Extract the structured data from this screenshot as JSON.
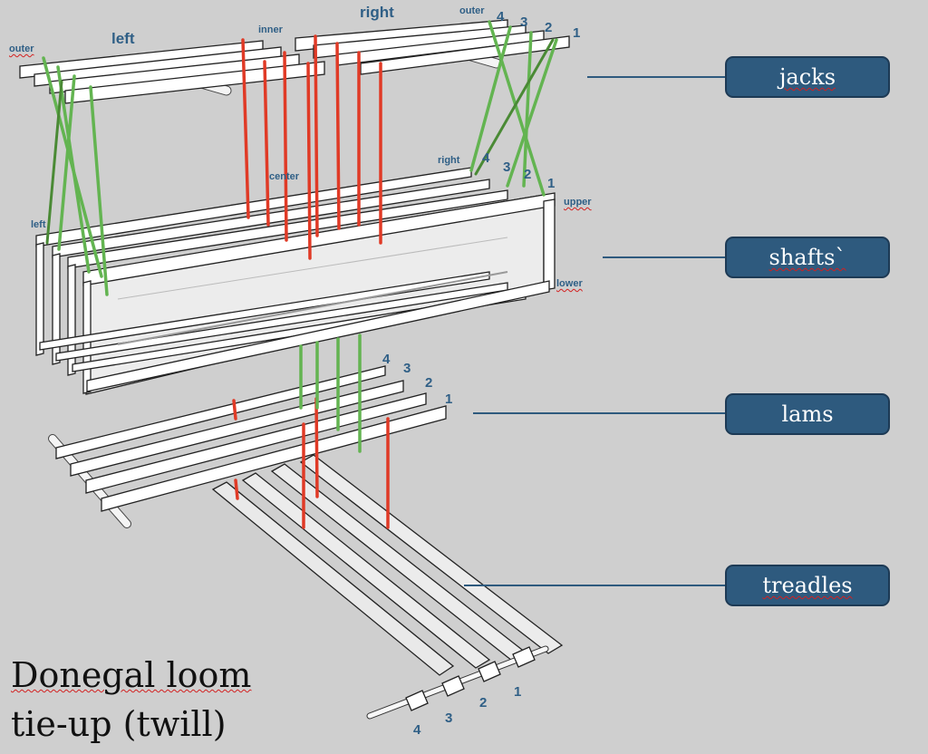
{
  "title": {
    "line1": "Donegal loom",
    "line2": "tie-up (twill)"
  },
  "callouts": {
    "jacks": "jacks",
    "shafts": "shafts`",
    "lams": "lams",
    "treadles": "treadles"
  },
  "jack_labels": {
    "left": "left",
    "right": "right",
    "outer_left": "outer",
    "inner": "inner",
    "outer_right": "outer",
    "center": "center"
  },
  "jack_numbers": [
    "4",
    "3",
    "2",
    "1"
  ],
  "shaft_labels": {
    "right": "right",
    "left": "left",
    "upper": "upper",
    "lower": "lower"
  },
  "shaft_numbers": [
    "4",
    "3",
    "2",
    "1"
  ],
  "lam_numbers": [
    "4",
    "3",
    "2",
    "1"
  ],
  "treadle_numbers": [
    "4",
    "3",
    "2",
    "1"
  ],
  "colors": {
    "background": "#cfcfcf",
    "callout": "#2e5a7e",
    "label_text": "#2f5f86",
    "cord_red": "#e03a26",
    "cord_green": "#63b451",
    "cord_dark_green": "#4a8a35"
  }
}
